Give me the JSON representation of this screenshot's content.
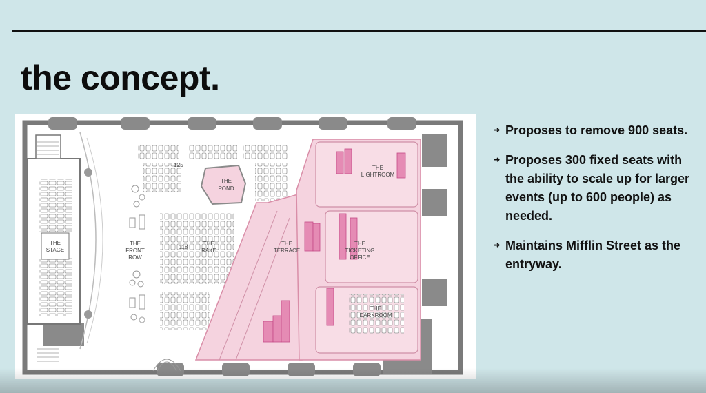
{
  "slide": {
    "title": "the concept.",
    "bullets": [
      "Proposes to remove 900 seats.",
      "Proposes 300 fixed seats with the ability to scale up for larger events (up to 600 people) as needed.",
      "Maintains Mifflin Street as the entryway."
    ]
  },
  "floor_plan": {
    "labels": {
      "stage": [
        "THE",
        "STAGE"
      ],
      "front_row": [
        "THE",
        "FRONT",
        "ROW"
      ],
      "rake": [
        "THE",
        "RAKE"
      ],
      "pond": [
        "THE",
        "POND"
      ],
      "terrace": [
        "THE",
        "TERRACE"
      ],
      "lightroom": [
        "THE",
        "LIGHTROOM"
      ],
      "ticketing_office": [
        "THE",
        "TICKETING",
        "OFFICE"
      ],
      "darkroom": [
        "THE",
        "DARKROOM"
      ]
    },
    "seat_numbers": [
      "125",
      "118"
    ],
    "colors": {
      "zone_fill": "#f5d3df",
      "zone_stroke": "#d98ea8",
      "wall": "#7a7a7a",
      "furniture_accent": "#c44a86"
    }
  }
}
